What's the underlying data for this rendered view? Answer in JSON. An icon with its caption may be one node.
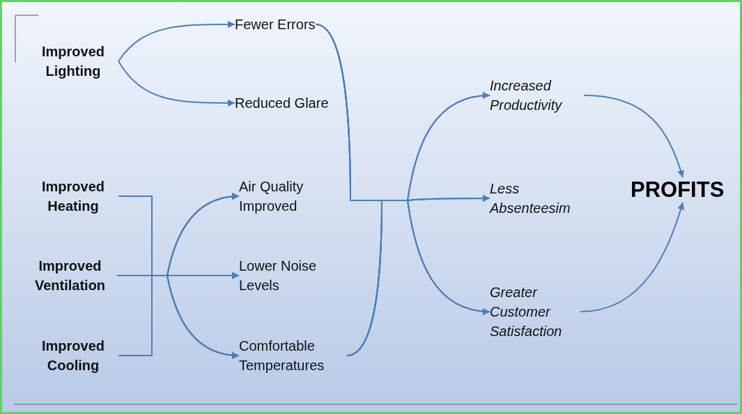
{
  "diagram": {
    "nodes": [
      {
        "text": [
          "Improved Lighting"
        ]
      },
      {
        "text": [
          "Fewer Errors"
        ]
      },
      {
        "text": [
          "Reduced Glare"
        ]
      },
      {
        "text": [
          "Improved Heating"
        ]
      },
      {
        "text": [
          "Improved Ventilation"
        ]
      },
      {
        "text": [
          "Improved Cooling"
        ]
      },
      {
        "text": [
          "Air Quality Improved"
        ]
      },
      {
        "text": [
          "Lower Noise Levels"
        ]
      },
      {
        "text": [
          "Comfortable Temperatures"
        ]
      },
      {
        "text": [
          "Increased Productivity"
        ]
      },
      {
        "text": [
          "Less Absenteesim"
        ]
      },
      {
        "text": [
          "Greater Customer Satisfaction"
        ]
      },
      {
        "text": [
          "PROFITS"
        ]
      }
    ],
    "edges": [
      {
        "from": 0,
        "to": 1,
        "arrow": "to"
      },
      {
        "from": 0,
        "to": 2,
        "arrow": "to"
      },
      {
        "from": 3,
        "to": 6,
        "arrow": "to"
      },
      {
        "from": 3,
        "to": 7,
        "arrow": "to"
      },
      {
        "from": 3,
        "to": 8,
        "arrow": "to"
      },
      {
        "from": 4,
        "to": 6,
        "arrow": "to"
      },
      {
        "from": 4,
        "to": 7,
        "arrow": "to"
      },
      {
        "from": 4,
        "to": 8,
        "arrow": "to"
      },
      {
        "from": 5,
        "to": 6,
        "arrow": "to"
      },
      {
        "from": 5,
        "to": 7,
        "arrow": "to"
      },
      {
        "from": 5,
        "to": 8,
        "arrow": "to"
      },
      {
        "from": 1,
        "to": 9,
        "arrow": "to"
      },
      {
        "from": 1,
        "to": 10,
        "arrow": "to"
      },
      {
        "from": 1,
        "to": 11,
        "arrow": "to"
      },
      {
        "from": 8,
        "to": 9,
        "arrow": "to"
      },
      {
        "from": 8,
        "to": 10,
        "arrow": "to"
      },
      {
        "from": 8,
        "to": 11,
        "arrow": "to"
      },
      {
        "from": 9,
        "to": 12,
        "arrow": "to"
      },
      {
        "from": 11,
        "to": 12,
        "arrow": "to"
      }
    ]
  }
}
